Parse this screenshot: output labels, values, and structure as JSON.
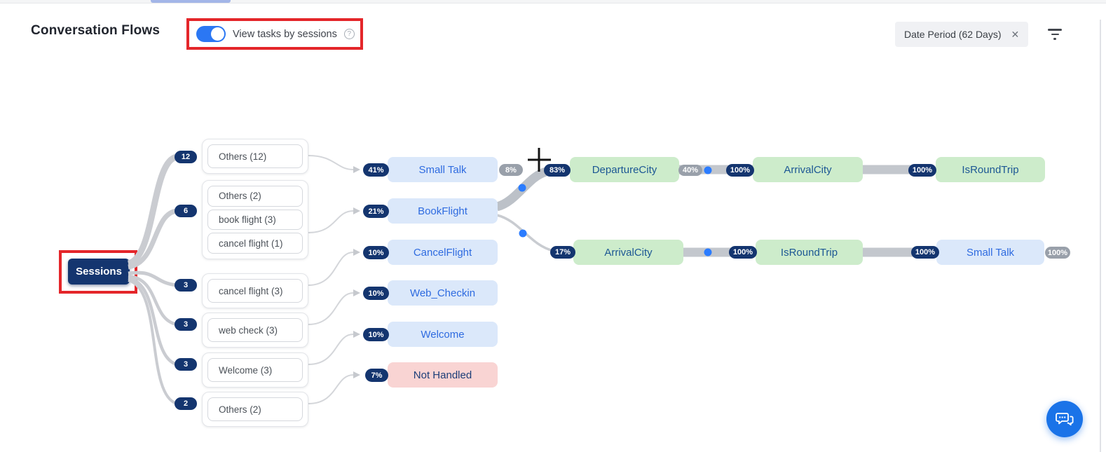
{
  "header": {
    "title": "Conversation Flows",
    "toggle": {
      "label": "View tasks by sessions",
      "state": "on",
      "help_glyph": "?"
    },
    "filter_chip": {
      "label": "Date Period (62 Days)",
      "close_glyph": "✕"
    }
  },
  "flow": {
    "root_label": "Sessions",
    "groups": [
      {
        "count": "12",
        "items": [
          "Others (12)"
        ]
      },
      {
        "count": "6",
        "items": [
          "Others (2)",
          "book flight (3)",
          "cancel flight (1)"
        ]
      },
      {
        "count": "3",
        "items": [
          "cancel flight (3)"
        ]
      },
      {
        "count": "3",
        "items": [
          "web check (3)"
        ]
      },
      {
        "count": "3",
        "items": [
          "Welcome (3)"
        ]
      },
      {
        "count": "2",
        "items": [
          "Others (2)"
        ]
      }
    ],
    "tasks": [
      {
        "in_pct": "41%",
        "label": "Small Talk",
        "out_pct": "8%"
      },
      {
        "in_pct": "21%",
        "label": "BookFlight"
      },
      {
        "in_pct": "10%",
        "label": "CancelFlight"
      },
      {
        "in_pct": "10%",
        "label": "Web_Checkin"
      },
      {
        "in_pct": "10%",
        "label": "Welcome"
      },
      {
        "in_pct": "7%",
        "label": "Not Handled"
      }
    ],
    "branch_top": [
      {
        "in_pct": "83%",
        "label": "DepartureCity",
        "out_pct": "40%"
      },
      {
        "in_pct": "100%",
        "label": "ArrivalCity"
      },
      {
        "in_pct": "100%",
        "label": "IsRoundTrip"
      }
    ],
    "branch_bottom": [
      {
        "in_pct": "17%",
        "label": "ArrivalCity"
      },
      {
        "in_pct": "100%",
        "label": "IsRoundTrip"
      },
      {
        "in_pct": "100%",
        "label": "Small Talk",
        "out_pct": "100%"
      }
    ]
  },
  "colors": {
    "navy": "#14356f",
    "task_blue_bg": "#dbe8fa",
    "task_blue_text": "#2e6be0",
    "entity_green_bg": "#cdeccb",
    "entity_green_text": "#1c5794",
    "failed_pink_bg": "#f9d4d3",
    "gray_badge": "#99a0aa",
    "highlight_red": "#e4262a",
    "toggle_blue": "#2b77f3",
    "dot_blue": "#2b7cff",
    "fab_blue": "#1a73e8"
  }
}
